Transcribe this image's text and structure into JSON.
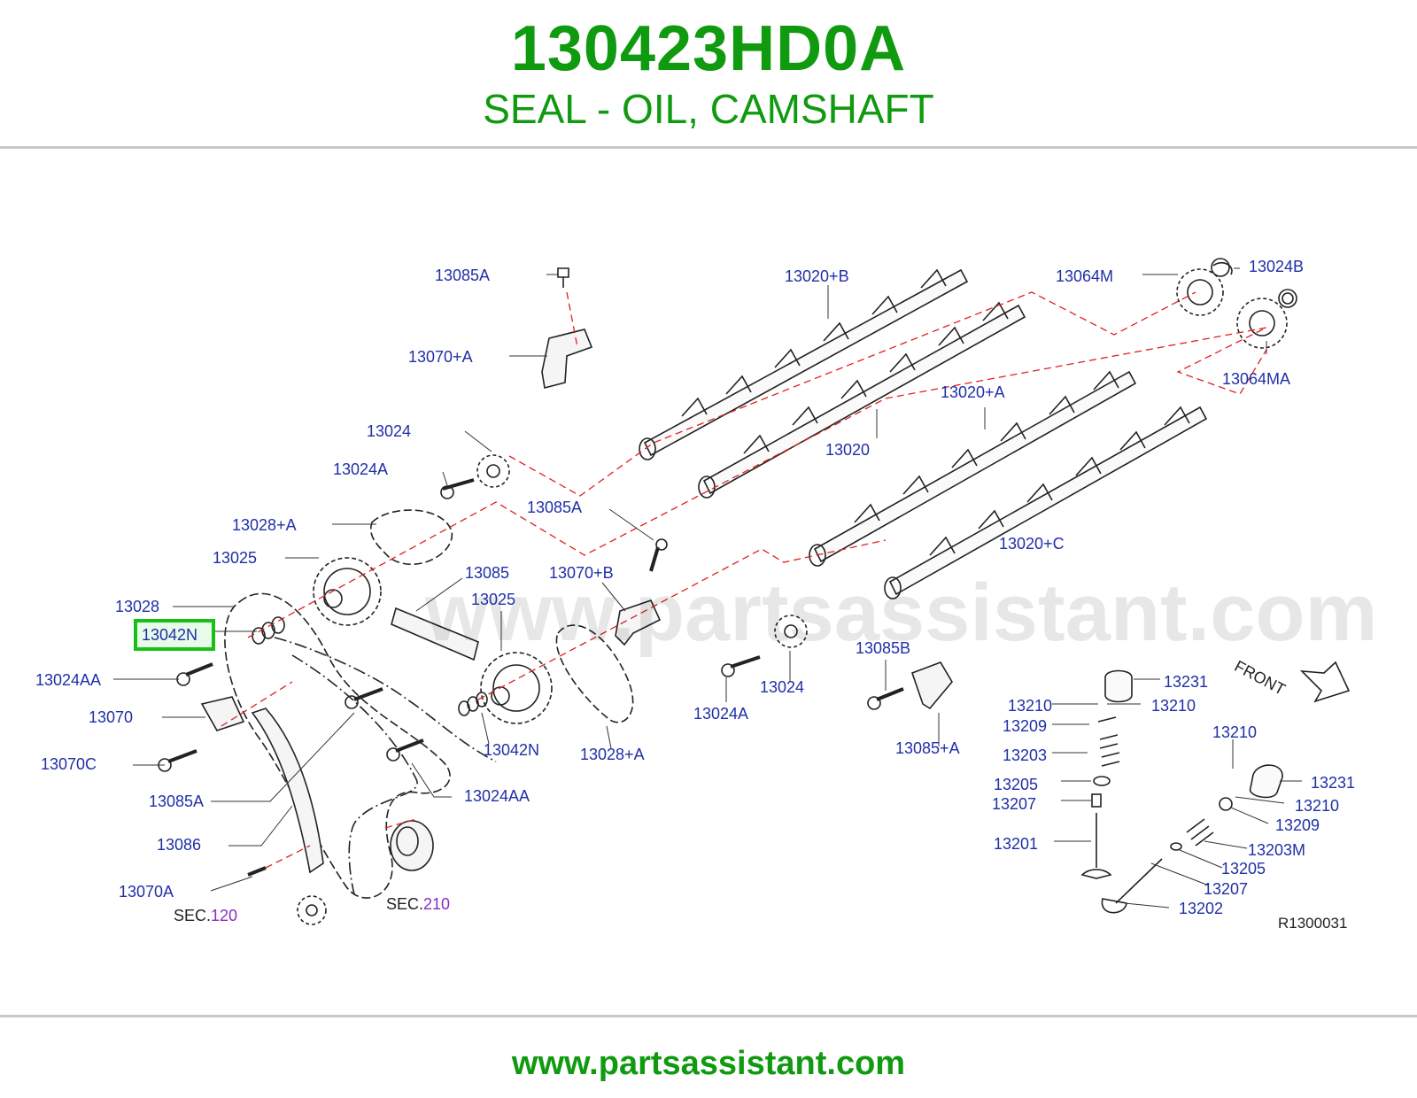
{
  "header": {
    "part_number": "130423HD0A",
    "part_name": "SEAL - OIL, CAMSHAFT"
  },
  "footer": {
    "website": "www.partsassistant.com"
  },
  "watermark": {
    "text": "www.partsassistant.com"
  },
  "diagram": {
    "highlighted_part": "13042N",
    "figure_code": "R1300031",
    "front_label": "FRONT",
    "sec_prefix": "SEC.",
    "sec_120": "120",
    "sec_210": "210",
    "labels": {
      "p13085A_top": "13085A",
      "p13070_A_top": "13070+A",
      "p13020_B": "13020+B",
      "p13064M": "13064M",
      "p13024B": "13024B",
      "p13064MA": "13064MA",
      "p13020_A": "13020+A",
      "p13020": "13020",
      "p13024_left": "13024",
      "p13024A_left": "13024A",
      "p13085A_mid": "13085A",
      "p13028_A_left": "13028+A",
      "p13025_left": "13025",
      "p13085_mid": "13085",
      "p13070_B": "13070+B",
      "p13025_mid": "13025",
      "p13028": "13028",
      "p13020_C": "13020+C",
      "p13024AA_left": "13024AA",
      "p13070": "13070",
      "p13070C": "13070C",
      "p13085A_low": "13085A",
      "p13086": "13086",
      "p13070A": "13070A",
      "p13042N_mid": "13042N",
      "p13028_A_right": "13028+A",
      "p13024AA_mid": "13024AA",
      "p13024_right": "13024",
      "p13024A_right": "13024A",
      "p13085B": "13085B",
      "p13085_A_right": "13085+A",
      "v13231_a": "13231",
      "v13210_l": "13210",
      "v13210_r": "13210",
      "v13209": "13209",
      "v13203": "13203",
      "v13205": "13205",
      "v13207": "13207",
      "v13201": "13201",
      "v13210_b": "13210",
      "v13231_b": "13231",
      "v13210_c": "13210",
      "v13209_b": "13209",
      "v13203M": "13203M",
      "v13205_b": "13205",
      "v13207_b": "13207",
      "v13202": "13202"
    }
  }
}
